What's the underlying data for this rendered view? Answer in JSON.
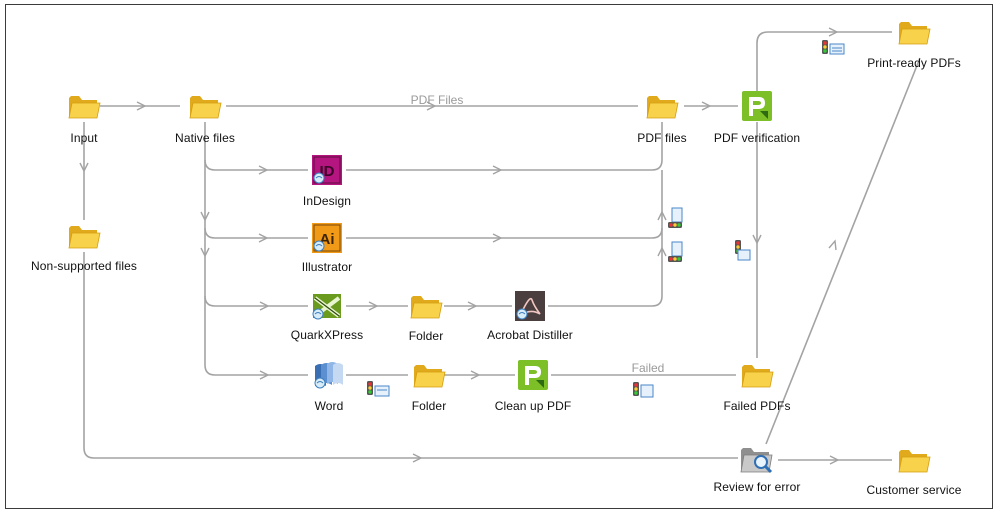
{
  "nodes": {
    "input": {
      "label": "Input",
      "icon": "folder-icon"
    },
    "native_files": {
      "label": "Native files",
      "icon": "folder-icon"
    },
    "pdf_files": {
      "label": "PDF files",
      "icon": "folder-icon"
    },
    "pdf_verification": {
      "label": "PDF verification",
      "icon": "pitstop-icon"
    },
    "print_ready": {
      "label": "Print-ready PDFs",
      "icon": "folder-icon"
    },
    "non_supported": {
      "label": "Non-supported files",
      "icon": "folder-icon"
    },
    "indesign": {
      "label": "InDesign",
      "icon": "indesign-icon",
      "abbr": "ID"
    },
    "illustrator": {
      "label": "Illustrator",
      "icon": "illustrator-icon",
      "abbr": "Ai"
    },
    "quarkxpress": {
      "label": "QuarkXPress",
      "icon": "quarkxpress-icon"
    },
    "folder_quark": {
      "label": "Folder",
      "icon": "folder-icon"
    },
    "acrobat_distiller": {
      "label": "Acrobat Distiller",
      "icon": "acrobat-distiller-icon"
    },
    "word": {
      "label": "Word",
      "icon": "word-icon"
    },
    "folder_word": {
      "label": "Folder",
      "icon": "folder-icon"
    },
    "clean_up_pdf": {
      "label": "Clean up PDF",
      "icon": "pitstop-icon"
    },
    "failed_pdfs": {
      "label": "Failed PDFs",
      "icon": "folder-icon"
    },
    "review_for_error": {
      "label": "Review for error",
      "icon": "review-folder-icon"
    },
    "customer_service": {
      "label": "Customer service",
      "icon": "folder-icon"
    }
  },
  "edge_labels": {
    "pdf_files": "PDF Files",
    "failed": "Failed"
  },
  "colors": {
    "connector": "#9c9c9c",
    "folder": "#f5cc3a",
    "pitstop": "#7cbf27",
    "indesign": "#b5157e",
    "illustrator": "#f09a18"
  }
}
